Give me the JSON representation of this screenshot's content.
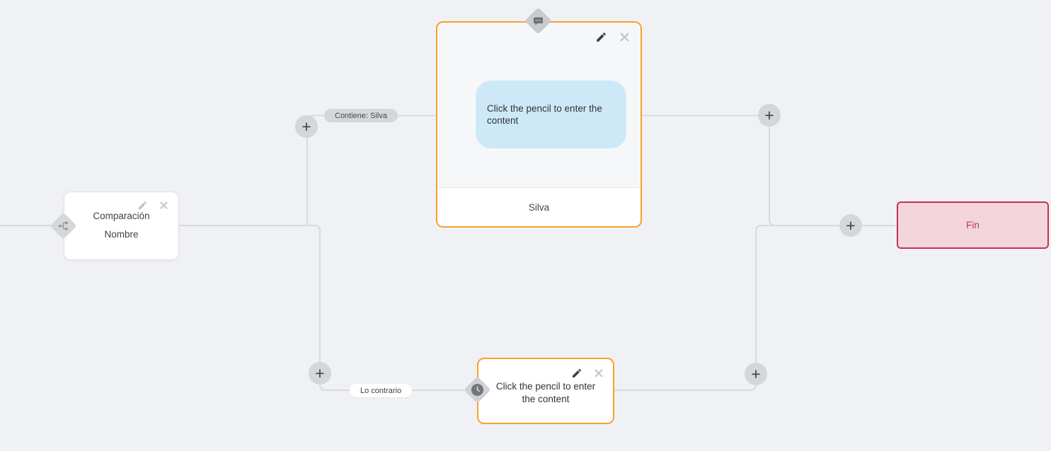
{
  "colors": {
    "canvas_bg": "#f0f1f4",
    "connector": "#d9dade",
    "accent_orange": "#fb9f2f",
    "bubble_blue": "#cde9f7",
    "end_bg": "#f3d5db",
    "end_border": "#c23351",
    "end_text": "#bd3853"
  },
  "nodes": {
    "condition": {
      "title": "Comparación",
      "subtitle": "Nombre",
      "type_icon": "split-branches-icon"
    },
    "message": {
      "bubble_text": "Click the pencil to enter the content",
      "footer": "Silva",
      "type_icon": "chat-bubble-icon"
    },
    "delay": {
      "placeholder_text": "Click the pencil to enter the content",
      "type_icon": "clock-icon"
    },
    "end": {
      "label": "Fin"
    }
  },
  "edge_labels": [
    {
      "text": "Contiene: Silva",
      "style": "gray"
    },
    {
      "text": "Lo contrario",
      "style": "white"
    }
  ],
  "add_button": {
    "symbol": "+"
  },
  "icons": {
    "edit": "pencil-icon",
    "delete": "close-icon",
    "condition_type": "split-branches-icon",
    "message_type": "chat-bubble-icon",
    "delay_type": "clock-icon",
    "add": "plus-icon"
  }
}
